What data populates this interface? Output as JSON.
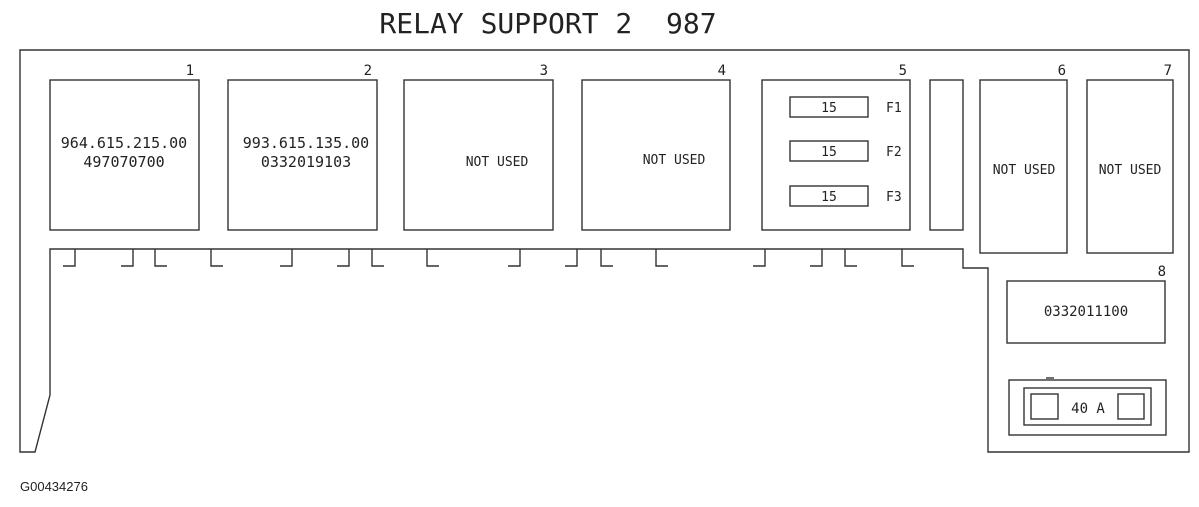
{
  "diagram": {
    "title": "RELAY SUPPORT 2  987",
    "footer_code": "G00434276",
    "relays": [
      {
        "number": "1",
        "line1": "964.615.215.00",
        "line2": "497070700"
      },
      {
        "number": "2",
        "line1": "993.615.135.00",
        "line2": "0332019103"
      },
      {
        "number": "3",
        "line1": "NOT USED",
        "line2": ""
      },
      {
        "number": "4",
        "line1": "NOT USED",
        "line2": ""
      },
      {
        "number": "6",
        "line1": "NOT USED",
        "line2": ""
      },
      {
        "number": "7",
        "line1": "NOT USED",
        "line2": ""
      },
      {
        "number": "8",
        "line1": "0332011100",
        "line2": ""
      }
    ],
    "fuse_block": {
      "number": "5",
      "fuses": [
        {
          "rating": "15",
          "label": "F1"
        },
        {
          "rating": "15",
          "label": "F2"
        },
        {
          "rating": "15",
          "label": "F3"
        }
      ]
    },
    "main_fuse": {
      "rating": "40 A"
    }
  }
}
